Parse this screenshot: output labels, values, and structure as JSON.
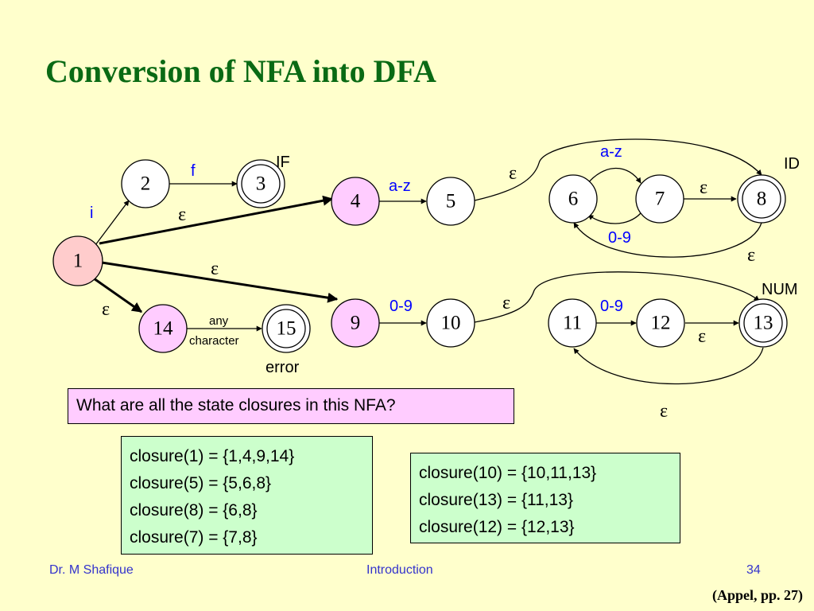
{
  "title": "Conversion of NFA into DFA",
  "diagram": {
    "states": [
      "1",
      "2",
      "3",
      "4",
      "5",
      "6",
      "7",
      "8",
      "9",
      "10",
      "11",
      "12",
      "13",
      "14",
      "15"
    ],
    "token_labels": {
      "if": "IF",
      "id": "ID",
      "num": "NUM",
      "error": "error"
    },
    "edge_labels": {
      "i": "i",
      "f": "f",
      "a_z": "a-z",
      "digits": "0-9",
      "epsilon": "ε",
      "any": "any",
      "character": "character"
    }
  },
  "question": "What are all the state closures in this NFA?",
  "closures_left": [
    "closure(1) = {1,4,9,14}",
    "closure(5) = {5,6,8}",
    "closure(8) = {6,8}",
    "closure(7) = {7,8}"
  ],
  "closures_right": [
    "closure(10) = {10,11,13}",
    "closure(13) = {11,13}",
    "closure(12) = {12,13}"
  ],
  "footer": {
    "author": "Dr. M  Shafique",
    "section": "Introduction",
    "page": "34"
  },
  "citation": "(Appel, pp. 27)",
  "colors": {
    "title": "#0a6a14",
    "background": "#ffffcc",
    "label_blue": "#0000ff",
    "question_fill": "#ffccff",
    "closure_fill": "#ccffcc",
    "start_state": "#ffcccc"
  }
}
